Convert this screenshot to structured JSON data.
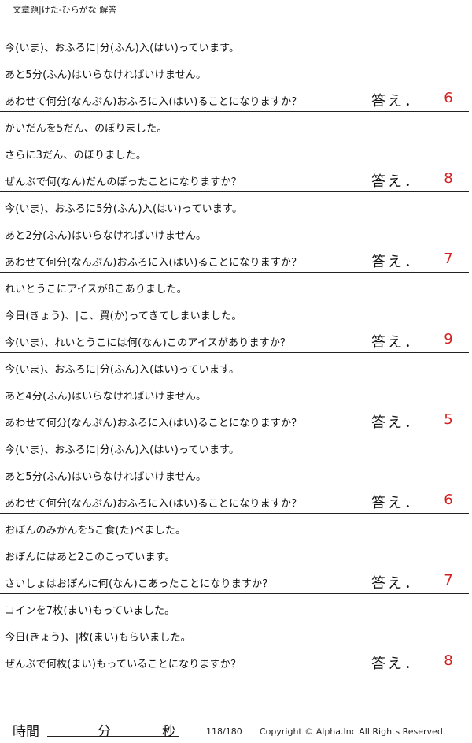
{
  "header": {
    "title": "文章題|けた-ひらがな|解答"
  },
  "answer_label": "答え．",
  "problems": [
    {
      "lines": [
        "今(いま)、おふろに|分(ふん)入(はい)っています。",
        "あと5分(ふん)はいらなければいけません。",
        "あわせて何分(なんぷん)おふろに入(はい)ることになりますか？"
      ],
      "answer": "6"
    },
    {
      "lines": [
        "かいだんを5だん、のぼりました。",
        "さらに3だん、のぼりました。",
        "ぜんぶで何(なん)だんのぼったことになりますか？"
      ],
      "answer": "8"
    },
    {
      "lines": [
        "今(いま)、おふろに5分(ふん)入(はい)っています。",
        "あと2分(ふん)はいらなければいけません。",
        "あわせて何分(なんぷん)おふろに入(はい)ることになりますか？"
      ],
      "answer": "7"
    },
    {
      "lines": [
        "れいとうこにアイスが8こありました。",
        "今日(きょう)、|こ、買(か)ってきてしまいました。",
        "今(いま)、れいとうこには何(なん)このアイスがありますか？"
      ],
      "answer": "9"
    },
    {
      "lines": [
        "今(いま)、おふろに|分(ふん)入(はい)っています。",
        "あと4分(ふん)はいらなければいけません。",
        "あわせて何分(なんぷん)おふろに入(はい)ることになりますか？"
      ],
      "answer": "5"
    },
    {
      "lines": [
        "今(いま)、おふろに|分(ふん)入(はい)っています。",
        "あと5分(ふん)はいらなければいけません。",
        "あわせて何分(なんぷん)おふろに入(はい)ることになりますか？"
      ],
      "answer": "6"
    },
    {
      "lines": [
        "おぼんのみかんを5こ食(た)べました。",
        "おぼんにはあと2このこっています。",
        "さいしょはおぼんに何(なん)こあったことになりますか？"
      ],
      "answer": "7"
    },
    {
      "lines": [
        "コインを7枚(まい)もっていました。",
        "今日(きょう)、|枚(まい)もらいました。",
        "ぜんぶで何枚(まい)もっていることになりますか？"
      ],
      "answer": "8"
    }
  ],
  "footer": {
    "time_label": "時間",
    "minutes_label": "分",
    "seconds_label": "秒",
    "page_number": "118/180",
    "copyright": "Copyright © Alpha.Inc All Rights Reserved."
  }
}
